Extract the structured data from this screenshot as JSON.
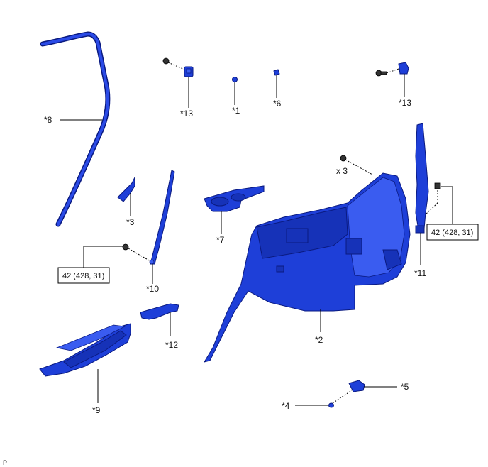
{
  "callouts": {
    "c1": "*1",
    "c2": "*2",
    "c3": "*3",
    "c4": "*4",
    "c5": "*5",
    "c6": "*6",
    "c7": "*7",
    "c8": "*8",
    "c9": "*9",
    "c10": "*10",
    "c11": "*11",
    "c12": "*12",
    "c13_left": "*13",
    "c13_right": "*13"
  },
  "quantity": "x 3",
  "torque": {
    "left": "42 (428, 31)",
    "right": "42 (428, 31)"
  },
  "corner_code": "P",
  "colors": {
    "part_fill": "#1e3fd8",
    "part_stroke": "#0a1a80"
  }
}
